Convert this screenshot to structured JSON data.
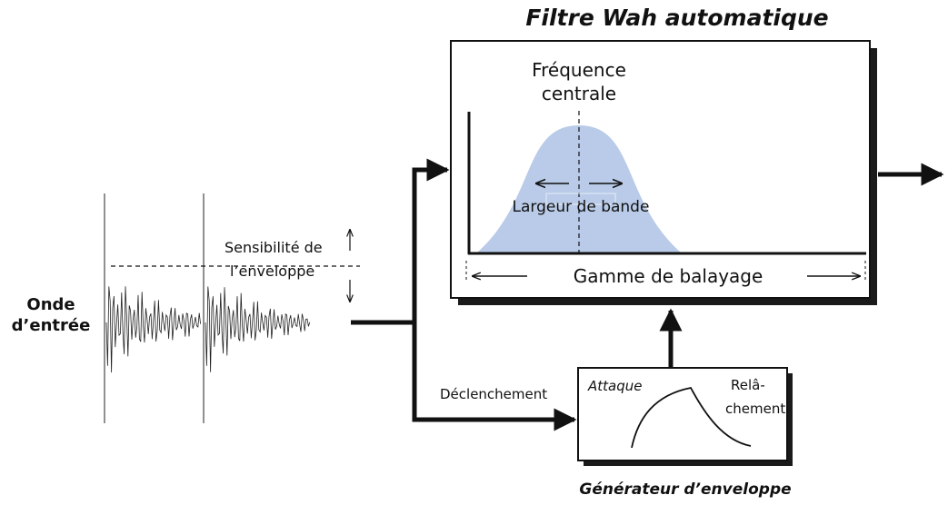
{
  "title": "Filtre Wah automatique",
  "input": {
    "line1": "Onde",
    "line2": "d’entrée"
  },
  "sensitivity": {
    "line1": "Sensibilité de",
    "line2": "l’enveloppe"
  },
  "filter": {
    "center_line1": "Fréquence",
    "center_line2": "centrale",
    "bandwidth": "Largeur de bande",
    "sweep_range": "Gamme de balayage"
  },
  "trigger": "Déclenchement",
  "envelope": {
    "attack": "Attaque",
    "release_line1": "Relâ-",
    "release_line2": "chement",
    "caption": "Générateur d’enveloppe"
  },
  "colors": {
    "filter_curve": "#b9cbe8",
    "ink": "#111111"
  }
}
